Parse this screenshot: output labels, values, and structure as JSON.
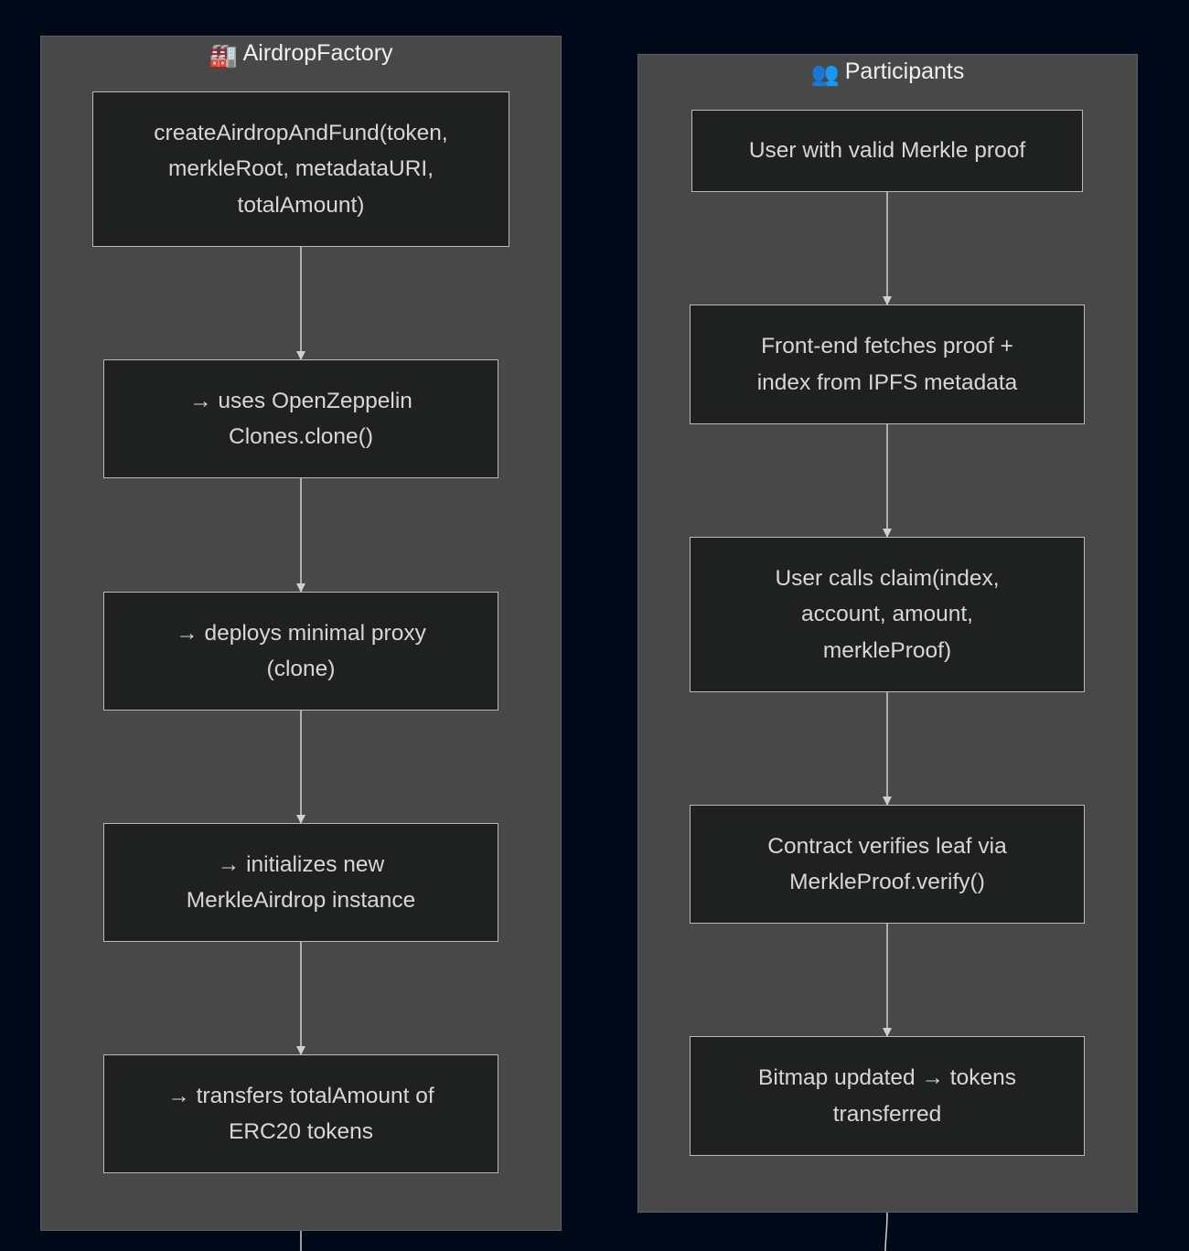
{
  "clusters": {
    "factory": {
      "icon": "factory-icon",
      "icon_glyph": "🏭",
      "title": "AirdropFactory"
    },
    "participants": {
      "icon": "people-icon",
      "icon_glyph": "👥",
      "title": "Participants"
    }
  },
  "nodes": {
    "create": {
      "line1": "createAirdropAndFund(token,",
      "line2": "merkleRoot, metadataURI,",
      "line3": "totalAmount)"
    },
    "clones": {
      "line1": "→ uses OpenZeppelin",
      "line2": "Clones.clone()"
    },
    "deploy": {
      "line1": "→ deploys minimal proxy",
      "line2": "(clone)"
    },
    "init": {
      "line1": "→ initializes new",
      "line2": "MerkleAirdrop instance"
    },
    "transfer": {
      "line1": "→ transfers totalAmount of",
      "line2": "ERC20 tokens"
    },
    "user": {
      "line1": "User with valid Merkle proof"
    },
    "fetch": {
      "line1": "Front-end fetches proof +",
      "line2": "index from IPFS metadata"
    },
    "claim": {
      "line1": "User calls claim(index,",
      "line2": "account, amount,",
      "line3": "merkleProof)"
    },
    "verify": {
      "line1": "Contract verifies leaf via",
      "line2": "MerkleProof.verify()"
    },
    "bitmap": {
      "line1": "Bitmap updated → tokens",
      "line2": "transferred"
    }
  },
  "colors": {
    "background": "#000918",
    "cluster_fill": "#484848",
    "node_fill": "#1f2020",
    "node_border": "#b9b9b9",
    "edge": "#d0d0d0",
    "text": "#d7d7d7"
  }
}
